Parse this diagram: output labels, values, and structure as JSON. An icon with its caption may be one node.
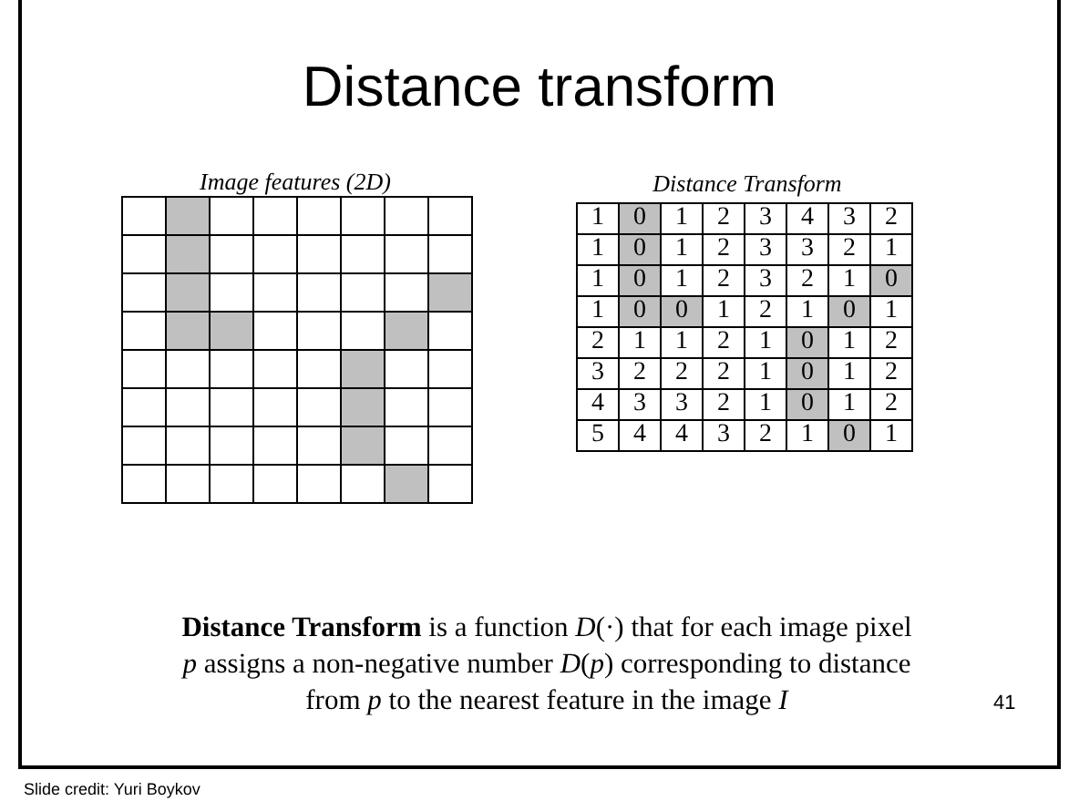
{
  "diagram": {
    "title": "Distance transform",
    "labels": [
      "Image features (2D)",
      "Distance Transform",
      "1",
      "0",
      "1",
      "2",
      "3",
      "4",
      "3",
      "2",
      "1",
      "0",
      "1",
      "2",
      "3",
      "3",
      "2",
      "1",
      "1",
      "0",
      "1",
      "2",
      "3",
      "2",
      "1",
      "0",
      "1",
      "0",
      "0",
      "1",
      "2",
      "1",
      "0",
      "1",
      "2",
      "1",
      "1",
      "2",
      "1",
      "0",
      "1",
      "2",
      "3",
      "2",
      "2",
      "2",
      "1",
      "0",
      "1",
      "2",
      "4",
      "3",
      "3",
      "2",
      "1",
      "0",
      "1",
      "2",
      "5",
      "4",
      "4",
      "3",
      "2",
      "1",
      "0",
      "1",
      "**Distance Transform** is a function  *D*(·) that for each image pixel *p* assigns a non-negative number *D*(*p*) corresponding to distance from *p* to the nearest feature in the image *I*",
      "41",
      "Slide credit: Yuri Boykov"
    ]
  }
}
